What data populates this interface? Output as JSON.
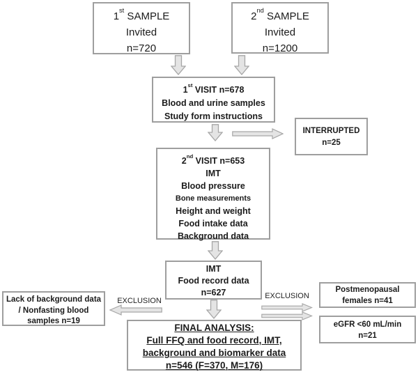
{
  "colors": {
    "background": "#ffffff",
    "box_border": "#9e9e9e",
    "arrow_fill": "#e4e4e4",
    "arrow_border": "#a6a6a6",
    "text": "#1b1b1b"
  },
  "boxes": {
    "sample1": {
      "line1": {
        "num": "1",
        "sup": "st",
        "rest": " SAMPLE"
      },
      "line2": "Invited",
      "line3": "n=720"
    },
    "sample2": {
      "line1": {
        "num": "2",
        "sup": "nd",
        "rest": " SAMPLE"
      },
      "line2": "Invited",
      "line3": "n=1200"
    },
    "visit1": {
      "line1": {
        "num": "1",
        "sup": "st",
        "rest": " VISIT n=678"
      },
      "line2": "Blood and urine samples",
      "line3": "Study form instructions"
    },
    "interrupted": {
      "line1": "INTERRUPTED",
      "line2": "n=25"
    },
    "visit2": {
      "line1": {
        "num": "2",
        "sup": "nd",
        "rest": " VISIT n=653"
      },
      "line2": "IMT",
      "line3": "Blood pressure",
      "line4": "Bone measurements",
      "line5": "Height and weight",
      "line6": "Food intake data",
      "line7": "Background data"
    },
    "imt": {
      "line1": "IMT",
      "line2": "Food record data",
      "line3": "n=627"
    },
    "exclusion_left_box": {
      "line1": "Lack of background data",
      "line2": "/ Nonfasting blood",
      "line3": "samples n=19"
    },
    "postmenopausal": {
      "line1": "Postmenopausal",
      "line2": "females n=41"
    },
    "egfr": {
      "line1": "eGFR <60 mL/min",
      "line2": "n=21"
    },
    "final": {
      "line1": "FINAL ANALYSIS:",
      "line2": "Full FFQ and food record, IMT,",
      "line3": "background and biomarker data",
      "line4": "n=546  (F=370, M=176)"
    }
  },
  "labels": {
    "exclusion_left": "EXCLUSION",
    "exclusion_right": "EXCLUSION"
  }
}
